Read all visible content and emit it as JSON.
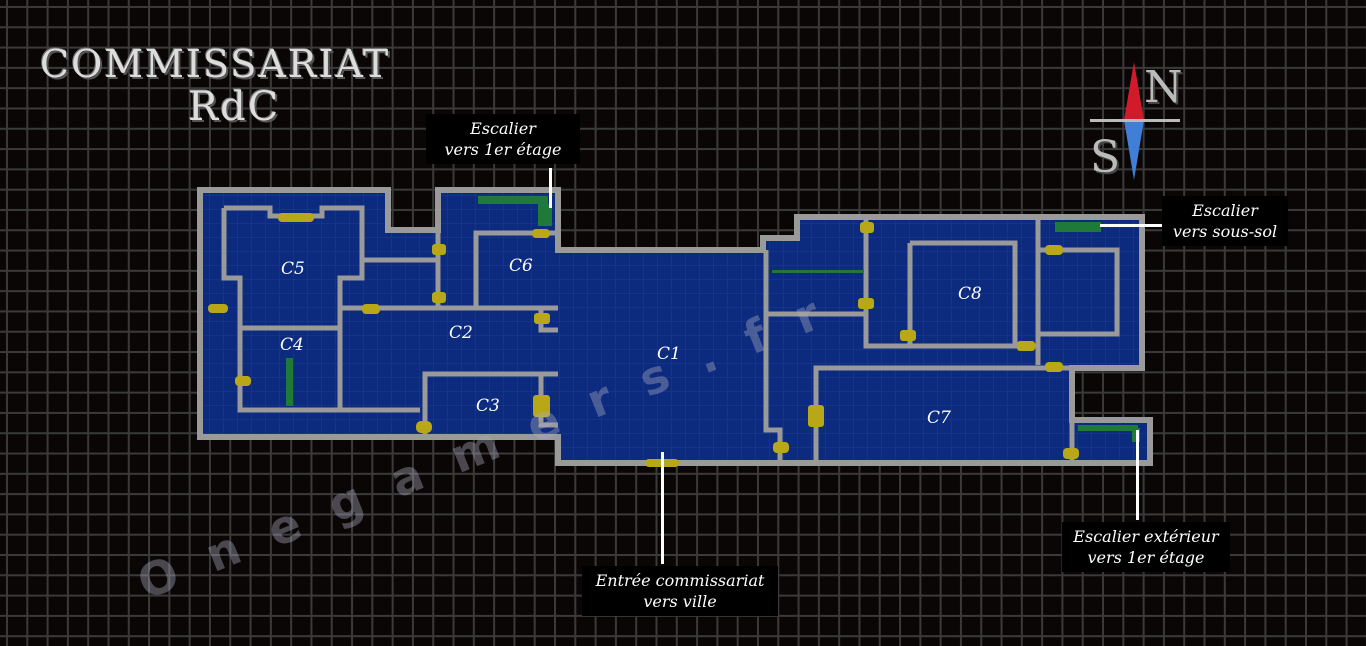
{
  "map": {
    "title_line1": "COMMISSARIAT",
    "title_line2": "RdC",
    "watermark": "Onegamers.fr",
    "compass": {
      "north": "N",
      "south": "S"
    },
    "rooms": [
      "C1",
      "C2",
      "C3",
      "C4",
      "C5",
      "C6",
      "C7",
      "C8"
    ],
    "callouts": {
      "stairs_first_floor": [
        "Escalier",
        "vers 1er étage"
      ],
      "stairs_basement": [
        "Escalier",
        "vers sous-sol"
      ],
      "entrance": [
        "Entrée commissariat",
        "vers ville"
      ],
      "exterior_stairs": [
        "Escalier extérieur",
        "vers 1er étage"
      ]
    },
    "colors": {
      "floor": "#0c2a7e",
      "wall": "#9a9a9a",
      "door": "#b8a818",
      "stairs": "#1f7a3a"
    }
  }
}
